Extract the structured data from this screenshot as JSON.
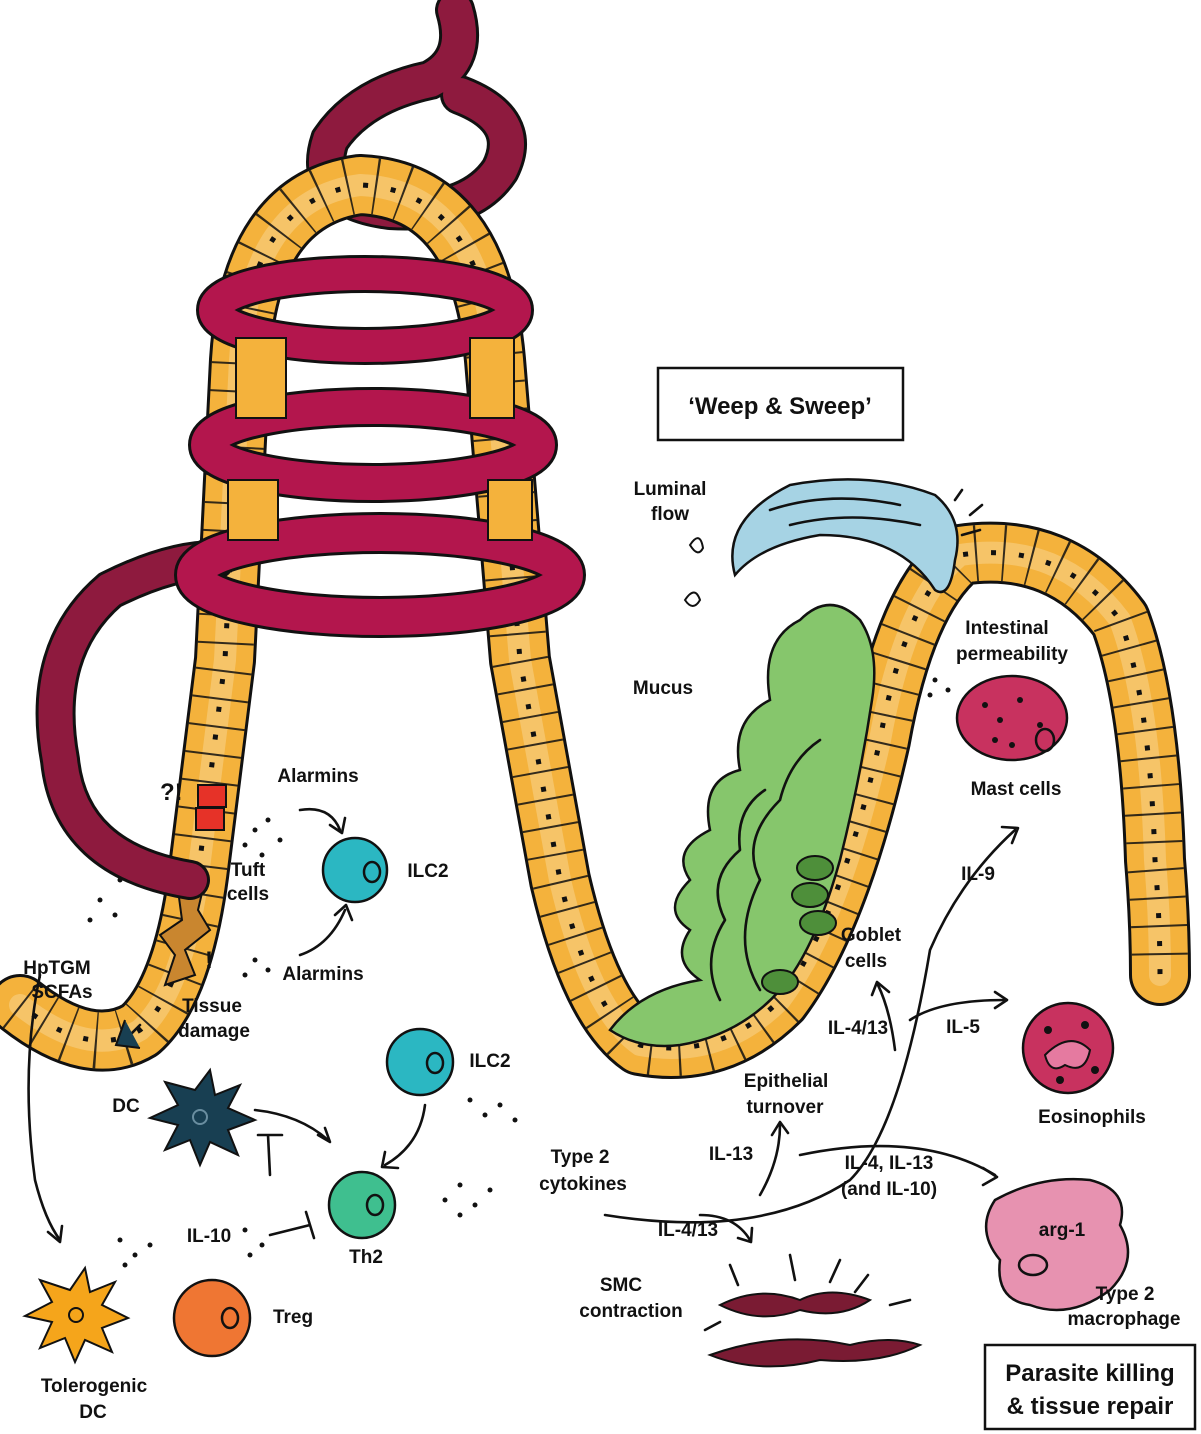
{
  "colors": {
    "epithelium": "#f4b23c",
    "epithelium_light": "#f8d48d",
    "worm": "#b3164d",
    "worm_dark": "#8e1a3e",
    "mucus": "#86c66c",
    "flow": "#a6d3e4",
    "ilc2": "#2bb7c2",
    "th2": "#3fbf8f",
    "treg": "#ef7633",
    "dc": "#183f52",
    "tolerogenic_dc": "#f5a51b",
    "mast": "#c8325f",
    "eosinophil": "#c8325f",
    "macrophage": "#e792b0",
    "goblet": "#4e8f3a",
    "smc": "#7a1b33",
    "tuft": "#e63228"
  },
  "boxes": {
    "weep_sweep": "‘Weep & Sweep’",
    "outcome_line1": "Parasite killing",
    "outcome_line2": "& tissue repair"
  },
  "labels": {
    "luminal_flow_1": "Luminal",
    "luminal_flow_2": "flow",
    "mucus": "Mucus",
    "intestinal_perm_1": "Intestinal",
    "intestinal_perm_2": "permeability",
    "mast_cells": "Mast cells",
    "alarmins_top": "Alarmins",
    "alarmins_bottom": "Alarmins",
    "tuft_1": "Tuft",
    "tuft_2": "cells",
    "ilc2_top": "ILC2",
    "ilc2_mid": "ILC2",
    "hptgm": "HpTGM",
    "scfas": "SCFAs",
    "tissue_damage_1": "Tissue",
    "tissue_damage_2": "damage",
    "goblet_1": "Goblet",
    "goblet_2": "cells",
    "il9": "IL-9",
    "il413_goblet": "IL-4/13",
    "il5": "IL-5",
    "epithelial_1": "Epithelial",
    "epithelial_2": "turnover",
    "eosinophils": "Eosinophils",
    "dc": "DC",
    "type2_cyt_1": "Type 2",
    "type2_cyt_2": "cytokines",
    "il13": "IL-13",
    "il4_il13_1": "IL-4, IL-13",
    "il4_il13_2": "(and IL-10)",
    "il10": "IL-10",
    "th2": "Th2",
    "il413_smc": "IL-4/13",
    "arg1": "arg-1",
    "macrophage_1": "Type 2",
    "macrophage_2": "macrophage",
    "smc_1": "SMC",
    "smc_2": "contraction",
    "treg": "Treg",
    "tol_dc_1": "Tolerogenic",
    "tol_dc_2": "DC"
  }
}
